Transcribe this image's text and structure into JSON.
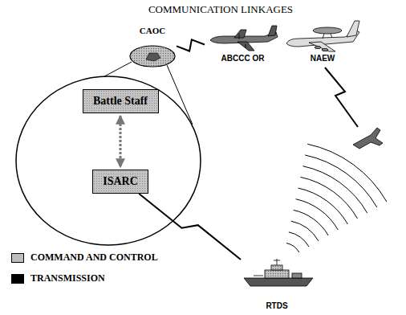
{
  "diagram": {
    "title": "COMMUNICATION LINKAGES",
    "nodes": [
      {
        "text": [
          "CAOC"
        ]
      },
      {
        "text": [
          "Battle Staff"
        ]
      },
      {
        "text": [
          "ISARC"
        ]
      },
      {
        "text": [
          "ABCCC OR"
        ]
      },
      {
        "text": [
          "NAEW"
        ]
      },
      {
        "text": [
          "RTDS"
        ]
      }
    ],
    "edges": [
      {
        "from": 1,
        "to": 2,
        "arrow": "both"
      },
      {
        "from": 0,
        "to": 3,
        "arrow": "none"
      },
      {
        "from": 2,
        "to": 5,
        "arrow": "none"
      }
    ],
    "legend": [
      {
        "text": "COMMAND AND CONTROL",
        "color": "#bdbdbd"
      },
      {
        "text": "TRANSMISSION",
        "color": "#000000"
      }
    ]
  }
}
